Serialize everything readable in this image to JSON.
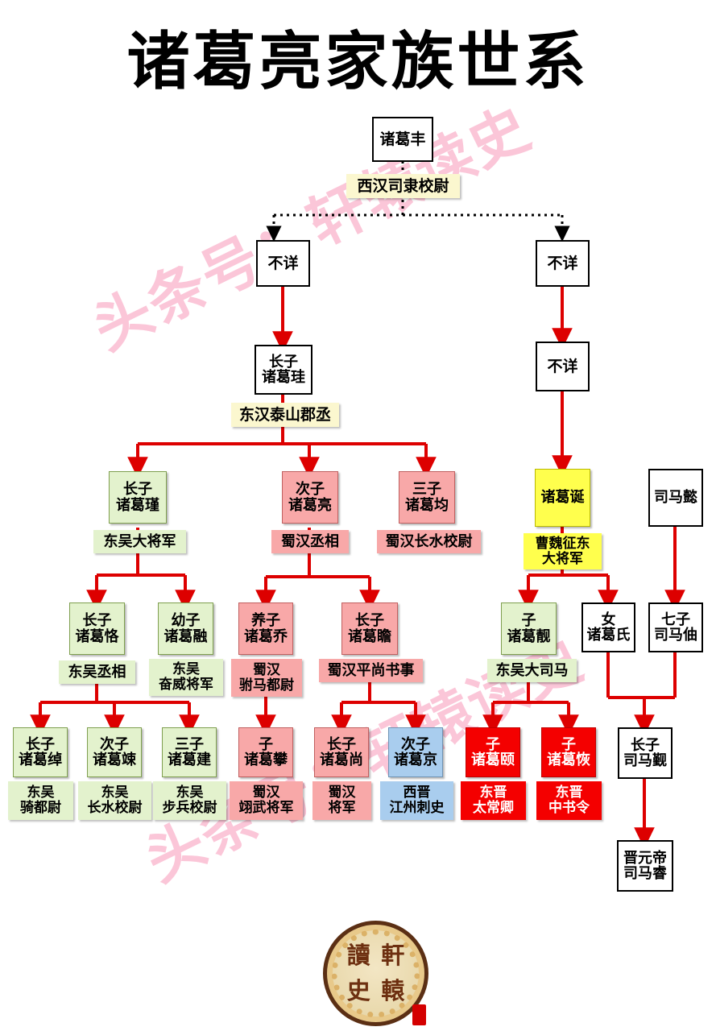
{
  "title": "诸葛亮家族世系",
  "watermark": {
    "line1": "头条号：轩辕读史",
    "line2": "头条号：轩辕读史"
  },
  "logo": {
    "c1": "讀",
    "c2": "軒",
    "c3": "史",
    "c4": "轅"
  },
  "colors": {
    "white": "#ffffff",
    "green": "#e3f2cd",
    "pink": "#f8a8a8",
    "yellow": "#ffff4d",
    "blue": "#a9cdee",
    "red": "#f40000",
    "cream": "#fbf7cf",
    "connector": "#dd0000",
    "watermark": "#fbc6d8"
  },
  "nodes": {
    "zhugefeng": {
      "line1": "诸葛丰",
      "line2": ""
    },
    "unknown_l": {
      "line1": "不详",
      "line2": ""
    },
    "unknown_r": {
      "line1": "不详",
      "line2": ""
    },
    "unknown_r2": {
      "line1": "不详",
      "line2": ""
    },
    "zhuguigui": {
      "line1": "长子",
      "line2": "诸葛珪"
    },
    "zhugejin": {
      "line1": "长子",
      "line2": "诸葛瑾"
    },
    "zhugeliang": {
      "line1": "次子",
      "line2": "诸葛亮"
    },
    "zhugejun": {
      "line1": "三子",
      "line2": "诸葛均"
    },
    "zhugedan": {
      "line1": "诸葛诞",
      "line2": ""
    },
    "simayi": {
      "line1": "司马懿",
      "line2": ""
    },
    "zhugeke": {
      "line1": "长子",
      "line2": "诸葛恪"
    },
    "zhugerong": {
      "line1": "幼子",
      "line2": "诸葛融"
    },
    "zhugeqiao": {
      "line1": "养子",
      "line2": "诸葛乔"
    },
    "zhugezhan": {
      "line1": "长子",
      "line2": "诸葛瞻"
    },
    "zhugejing2": {
      "line1": "子",
      "line2": "诸葛靓"
    },
    "zhugeshi": {
      "line1": "女",
      "line2": "诸葛氏"
    },
    "simazhou": {
      "line1": "七子",
      "line2": "司马伷"
    },
    "zhugechuo": {
      "line1": "长子",
      "line2": "诸葛绰"
    },
    "zhugesong": {
      "line1": "次子",
      "line2": "诸葛竦"
    },
    "zhugejian": {
      "line1": "三子",
      "line2": "诸葛建"
    },
    "zhugepan": {
      "line1": "子",
      "line2": "诸葛攀"
    },
    "zhugeshang": {
      "line1": "长子",
      "line2": "诸葛尚"
    },
    "zhugejing": {
      "line1": "次子",
      "line2": "诸葛京"
    },
    "zhugeyi": {
      "line1": "子",
      "line2": "诸葛颐"
    },
    "zhugehui": {
      "line1": "子",
      "line2": "诸葛恢"
    },
    "simajin": {
      "line1": "长子",
      "line2": "司马觐"
    },
    "simarui": {
      "line1": "晋元帝",
      "line2": "司马睿"
    }
  },
  "titles": {
    "t_zhugefeng": "西汉司隶校尉",
    "t_zhuguigui": "东汉泰山郡丞",
    "t_zhugejin": "东吴大将军",
    "t_zhugeliang": "蜀汉丞相",
    "t_zhugejun": "蜀汉长水校尉",
    "t_zhugedan_1": "曹魏征东",
    "t_zhugedan_2": "大将军",
    "t_zhugeke": "东吴丞相",
    "t_zhugerong_1": "东吴",
    "t_zhugerong_2": "奋威将军",
    "t_zhugeqiao_1": "蜀汉",
    "t_zhugeqiao_2": "驸马都尉",
    "t_zhugezhan": "蜀汉平尚书事",
    "t_zhugejing2": "东吴大司马",
    "t_zhugechuo_1": "东吴",
    "t_zhugechuo_2": "骑都尉",
    "t_zhugesong_1": "东吴",
    "t_zhugesong_2": "长水校尉",
    "t_zhugejian_1": "东吴",
    "t_zhugejian_2": "步兵校尉",
    "t_zhugepan_1": "蜀汉",
    "t_zhugepan_2": "翊武将军",
    "t_zhugeshang_1": "蜀汉",
    "t_zhugeshang_2": "将军",
    "t_zhugejing_1": "西晋",
    "t_zhugejing_2": "江州刺史",
    "t_zhugeyi_1": "东晋",
    "t_zhugeyi_2": "太常卿",
    "t_zhugehui_1": "东晋",
    "t_zhugehui_2": "中书令"
  }
}
